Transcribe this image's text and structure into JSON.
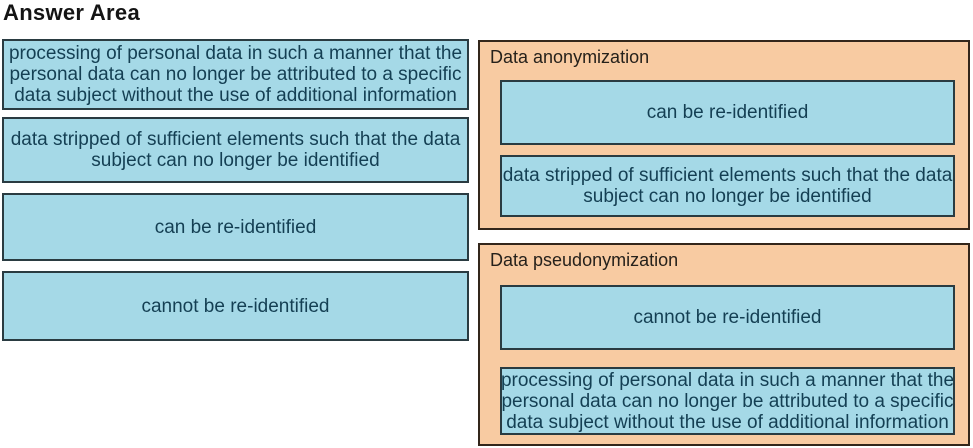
{
  "title": "Answer Area",
  "colors": {
    "page-bg": "#ffffff",
    "option-fill": "#a5d9e7",
    "option-border": "#2a3b41",
    "target-fill": "#f8cba2",
    "target-border": "#33261b",
    "option-text": "#143f53",
    "label-text": "#26211b",
    "title-text": "#141414"
  },
  "options": [
    {
      "text": "processing of personal data in such a manner that the\npersonal data can no longer be attributed to a specific\ndata subject without the use of additional information"
    },
    {
      "text": "data stripped of sufficient elements such that the data\nsubject can no longer be identified"
    },
    {
      "text": "can be re-identified"
    },
    {
      "text": "cannot be re-identified"
    }
  ],
  "targets": [
    {
      "label": "Data anonymization",
      "answers": [
        {
          "text": "can be re-identified"
        },
        {
          "text": "data stripped of sufficient elements such that the data\nsubject can no longer be identified"
        }
      ]
    },
    {
      "label": "Data pseudonymization",
      "answers": [
        {
          "text": "cannot be re-identified"
        },
        {
          "text": "processing of personal data in such a manner that the\npersonal data can no longer be attributed to a specific\ndata subject without the use of additional information"
        }
      ]
    }
  ]
}
